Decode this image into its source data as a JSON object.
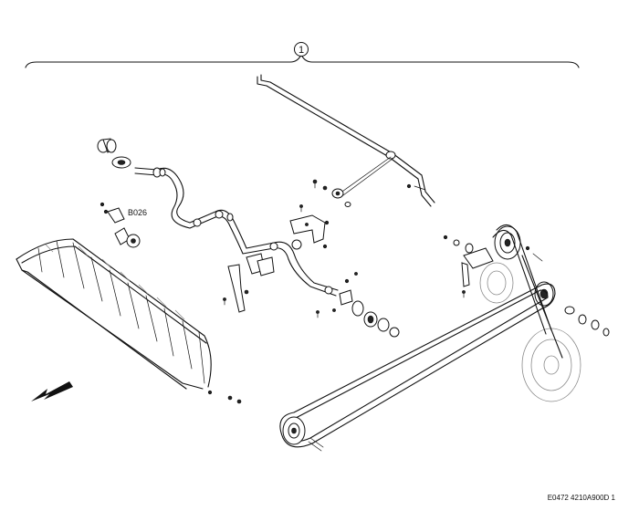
{
  "diagram": {
    "callout_number": "1",
    "sub_reference": "B026",
    "drawing_code": "E0472 4210A900D 1",
    "direction_arrow_icon": "arrow-down-left-icon"
  }
}
